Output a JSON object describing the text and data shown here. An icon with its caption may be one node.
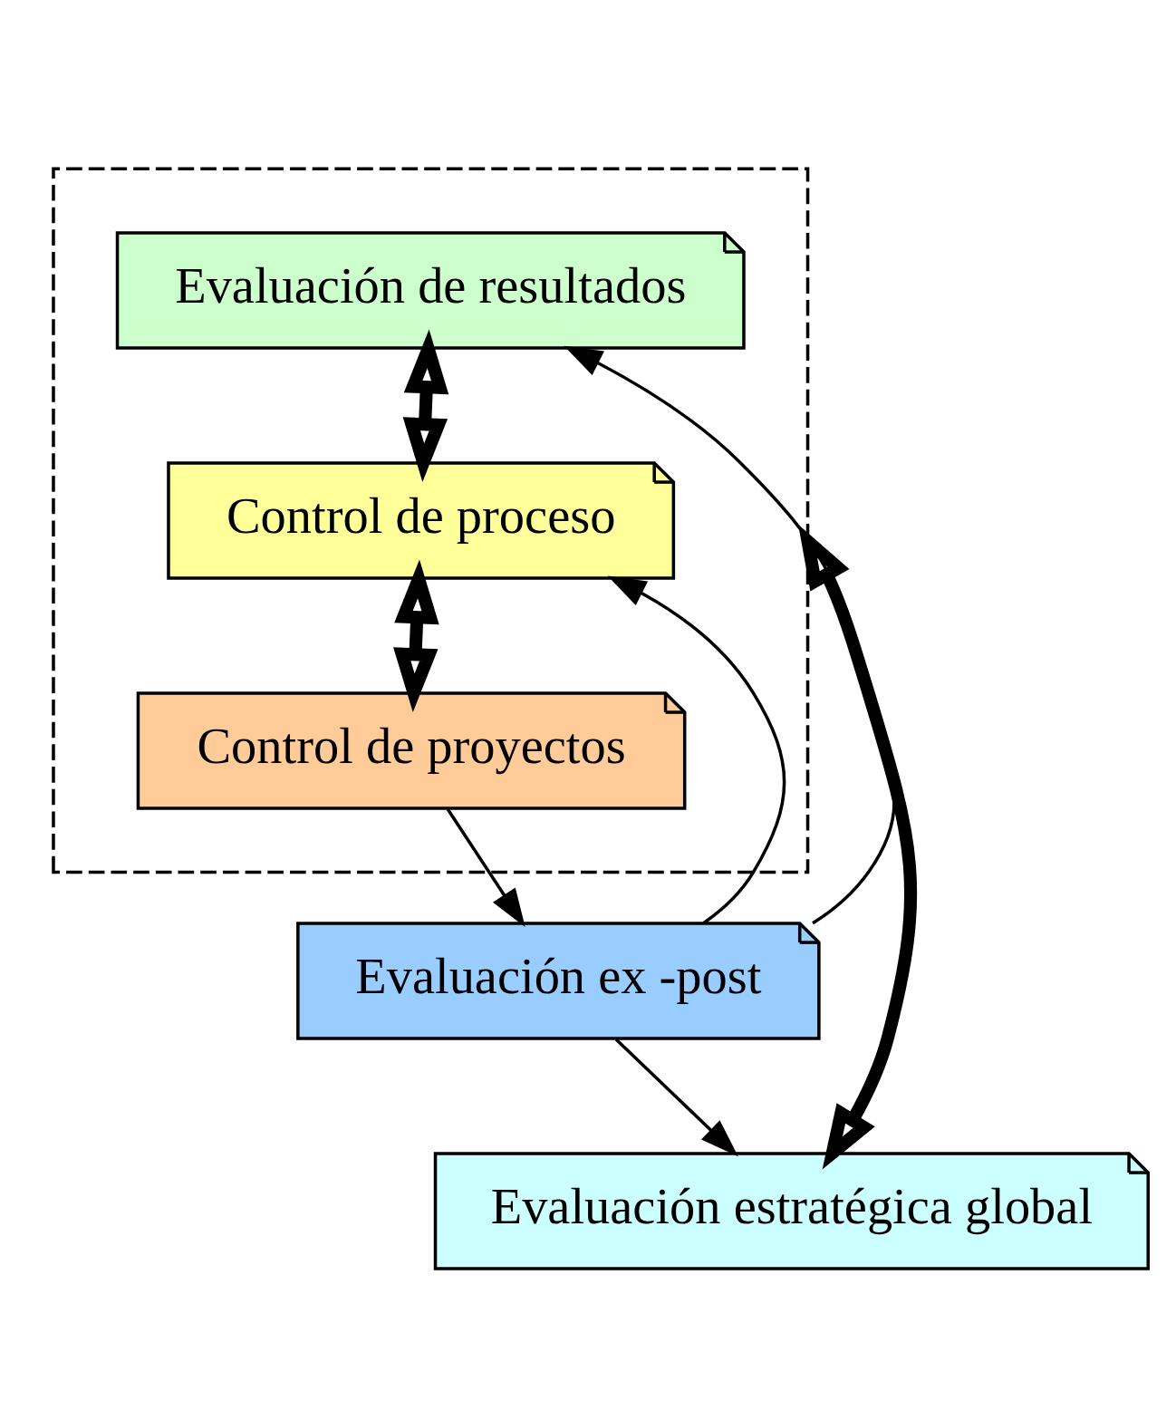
{
  "diagram": {
    "nodes": [
      {
        "text": [
          "Evaluación estratégica global"
        ]
      },
      {
        "text": [],
        "shape": "box"
      },
      {
        "text": [
          "Evaluación de resultados"
        ],
        "in": 1
      },
      {
        "text": [
          "Control de proceso"
        ],
        "in": 1
      },
      {
        "text": [
          "Control de proyectos"
        ],
        "in": 1
      },
      {
        "text": [
          "Evaluación ex -post"
        ]
      }
    ],
    "edges": [
      {
        "from": 0,
        "to": 1,
        "arrow": "both",
        "style": "thick"
      },
      {
        "from": 2,
        "to": 3,
        "arrow": "both",
        "style": "thick"
      },
      {
        "from": 3,
        "to": 4,
        "arrow": "both",
        "style": "thick"
      },
      {
        "from": 4,
        "to": 5,
        "arrow": "to"
      },
      {
        "from": 5,
        "to": 0,
        "arrow": "to"
      },
      {
        "from": 5,
        "to": 2,
        "arrow": "to"
      },
      {
        "from": 5,
        "to": 3,
        "arrow": "to"
      }
    ]
  }
}
